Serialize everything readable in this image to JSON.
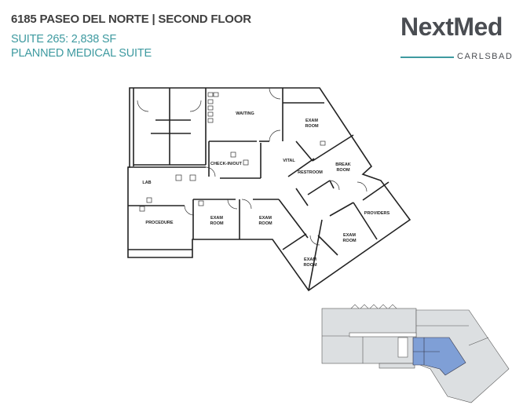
{
  "header": {
    "title": "6185 PASEO DEL NORTE | SECOND FLOOR",
    "suite": "SUITE 265: 2,838 SF",
    "description": "PLANNED MEDICAL SUITE"
  },
  "logo": {
    "name": "NextMed",
    "location": "CARLSBAD"
  },
  "colors": {
    "accent": "#3e9aa0",
    "text": "#3f3f3f",
    "suite_highlight": "#7f9fd6",
    "building": "#dcdfe1"
  },
  "floor_plan": {
    "rooms": [
      {
        "label": "WAITING"
      },
      {
        "label": "EXAM",
        "label2": "ROOM"
      },
      {
        "label": "CHECK-IN/OUT"
      },
      {
        "label": "VITAL"
      },
      {
        "label": "BREAK",
        "label2": "ROOM"
      },
      {
        "label": "RESTROOM"
      },
      {
        "label": "LAB"
      },
      {
        "label": "PROCEDURE"
      },
      {
        "label": "EXAM",
        "label2": "ROOM"
      },
      {
        "label": "EXAM",
        "label2": "ROOM"
      },
      {
        "label": "PROVIDERS"
      },
      {
        "label": "EXAM",
        "label2": "ROOM"
      },
      {
        "label": "EXAM",
        "label2": "ROOM"
      }
    ]
  }
}
